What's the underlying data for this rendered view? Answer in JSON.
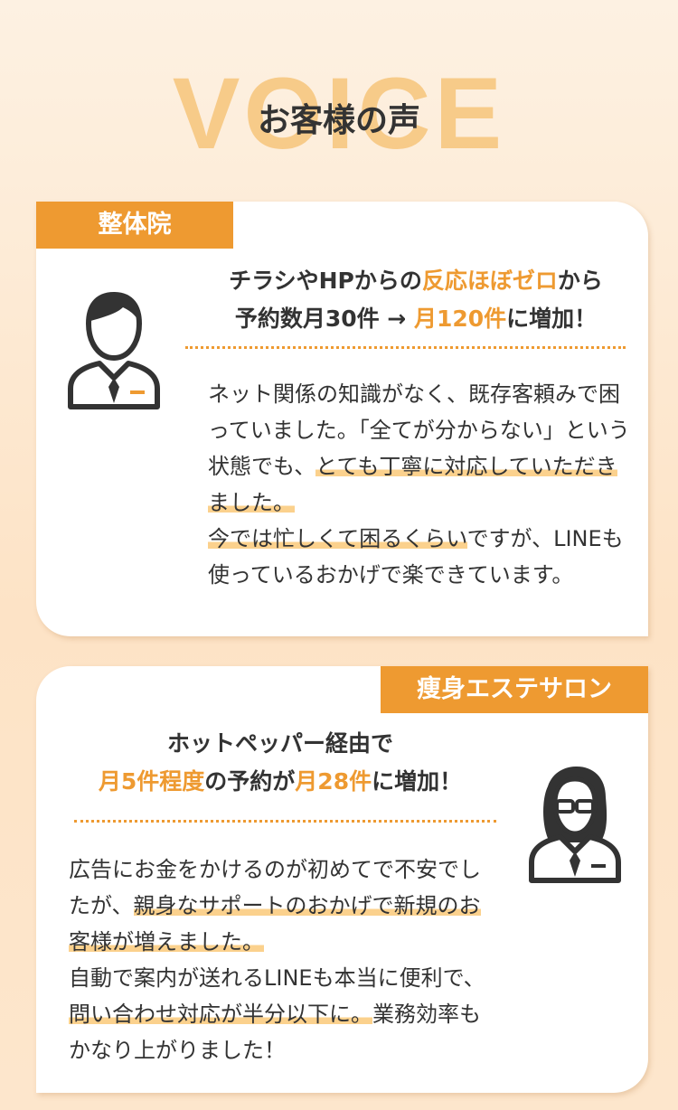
{
  "section": {
    "bg_word": "VOICE",
    "title": "お客様の声"
  },
  "colors": {
    "accent": "#ee9a31",
    "highlight": "#fbd18d",
    "bg_word": "#f7c57b"
  },
  "testimonials": [
    {
      "category": "整体院",
      "avatar_icon": "male-person-icon",
      "headline": {
        "l1_a": "チラシやHPからの",
        "l1_b": "反応ほぼゼロ",
        "l1_c": "から",
        "l2_a": "予約数月30件 → ",
        "l2_b": "月120件",
        "l2_c": "に増加！"
      },
      "body": {
        "p1": "ネット関係の知識がなく、既存客頼みで困っていました。「全てが分からない」という状態でも、",
        "p1_mark": "とても丁寧に対応していただきました。",
        "p2_mark": "今では忙しくて困るくらい",
        "p2": "ですが、LINEも使っているおかげで楽できています。"
      }
    },
    {
      "category": "痩身エステサロン",
      "avatar_icon": "female-person-with-glasses-icon",
      "headline": {
        "l1_a": "ホットペッパー経由で",
        "l2_a": "月5件程度",
        "l2_b": "の予約が",
        "l2_c": "月28件",
        "l2_d": "に増加！"
      },
      "body": {
        "p1": "広告にお金をかけるのが初めてで不安でしたが、",
        "p1_mark": "親身なサポートのおかげで新規のお客様が増えました。",
        "p2": "自動で案内が送れるLINEも本当に便利で、",
        "p2_mark": "問い合わせ対応が半分以下に。",
        "p3": "業務効率もかなり上がりました！"
      }
    }
  ]
}
